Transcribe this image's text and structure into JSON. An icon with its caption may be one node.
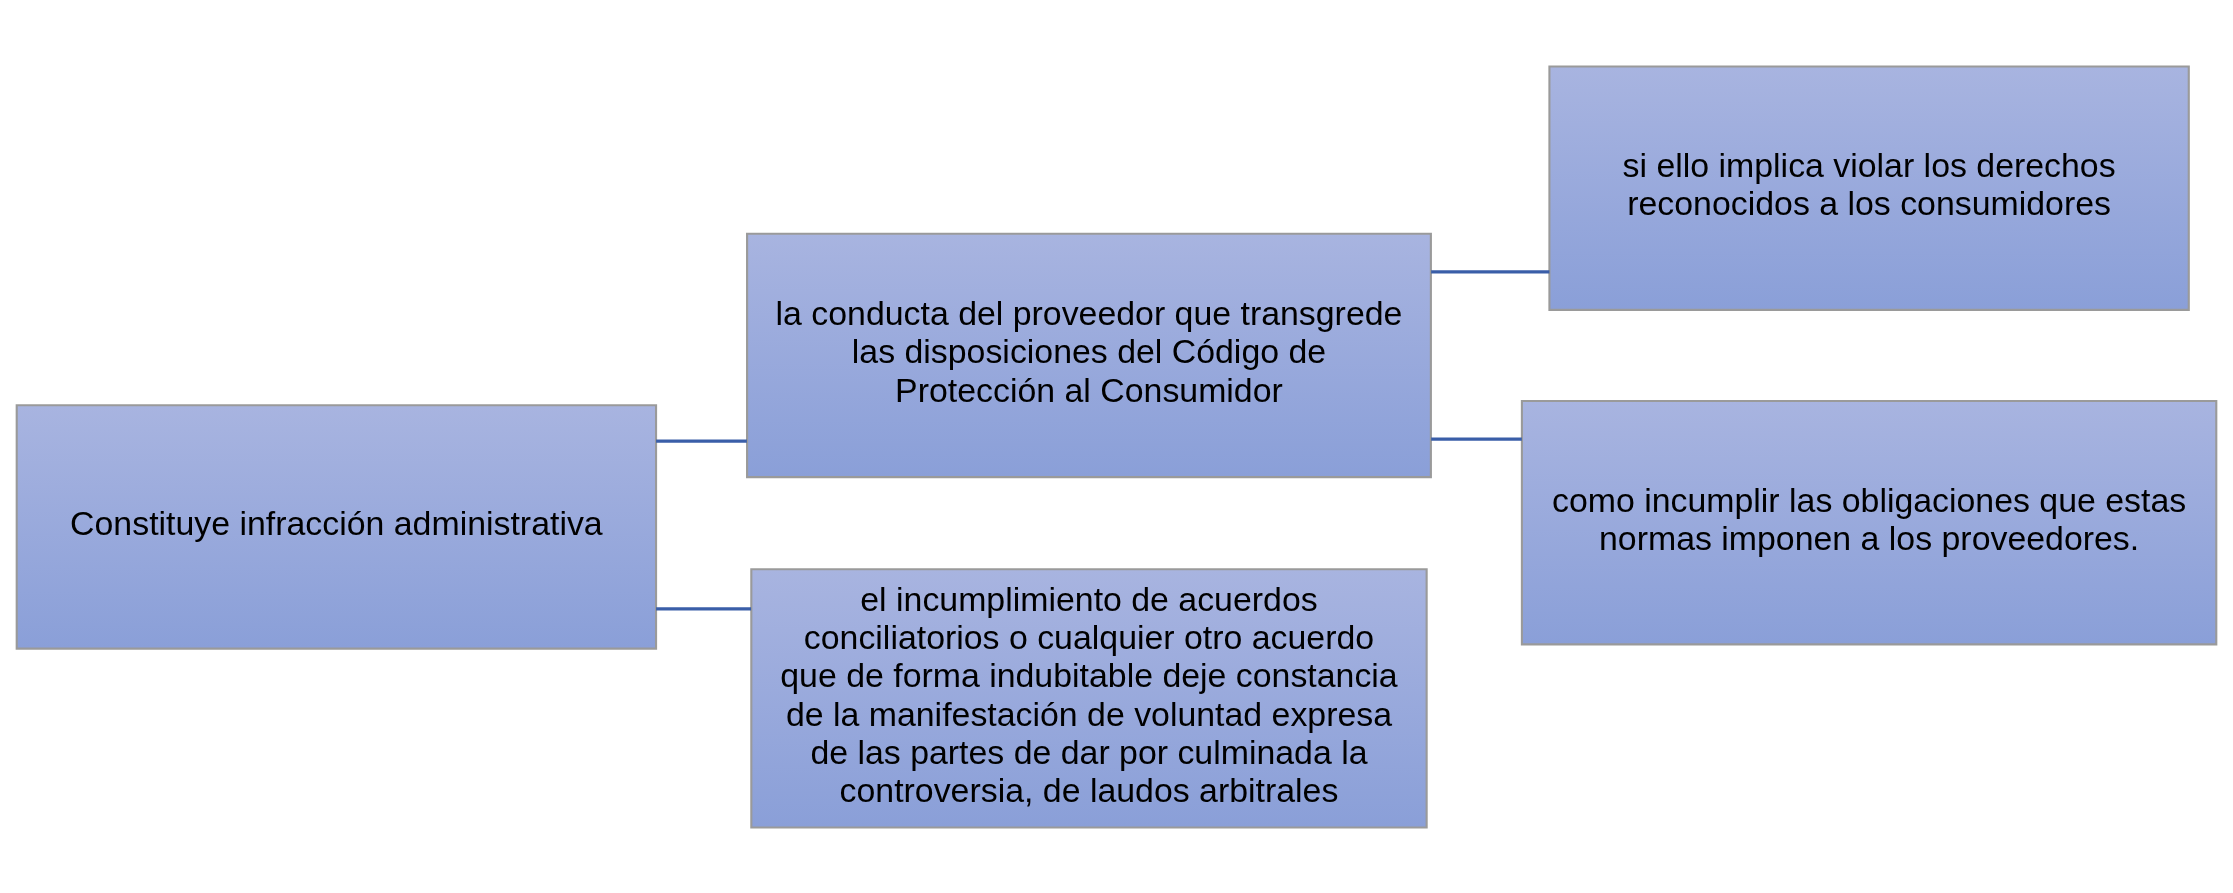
{
  "diagram": {
    "nodes": [
      {
        "text": [
          "Constituye infracción administrativa"
        ]
      },
      {
        "text": [
          "la conducta del proveedor que transgrede las disposiciones del Código de Protección al Consumidor"
        ]
      },
      {
        "text": [
          "el incumplimiento de acuerdos conciliatorios o cualquier otro acuerdo que de forma indubitable deje constancia de la manifestación de voluntad expresa de las partes de dar por culminada la controversia, de laudos arbitrales"
        ]
      },
      {
        "text": [
          "si ello implica violar los derechos reconocidos a los consumidores"
        ]
      },
      {
        "text": [
          "como incumplir las obligaciones que estas normas imponen a los proveedores."
        ]
      }
    ],
    "edges": [
      {
        "from": 0,
        "to": 1,
        "arrow": "none"
      },
      {
        "from": 0,
        "to": 2,
        "arrow": "none"
      },
      {
        "from": 1,
        "to": 3,
        "arrow": "none"
      },
      {
        "from": 1,
        "to": 4,
        "arrow": "none"
      }
    ]
  }
}
